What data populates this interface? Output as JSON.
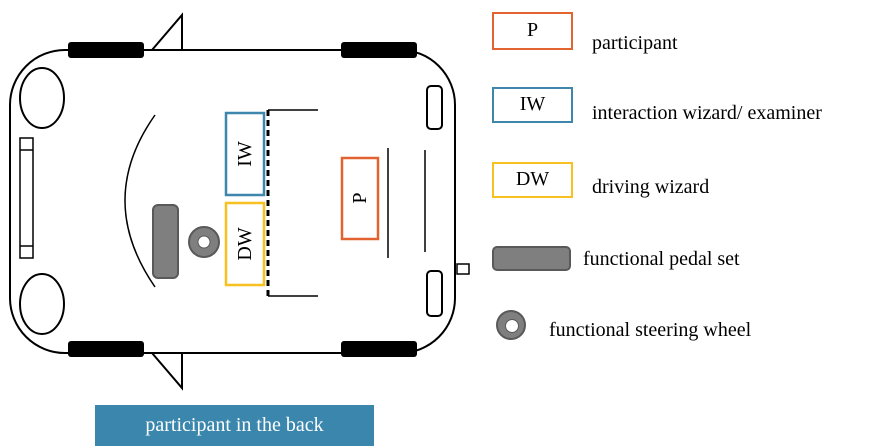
{
  "seats": {
    "participant": "P",
    "interaction_wizard": "IW",
    "driving_wizard": "DW"
  },
  "legend": {
    "participant": {
      "box": "P",
      "label": "participant"
    },
    "interaction_wizard": {
      "box": "IW",
      "label": "interaction wizard/ examiner"
    },
    "driving_wizard": {
      "box": "DW",
      "label": "driving wizard"
    },
    "pedal_set": {
      "icon": "pedal-set-icon",
      "label": "functional pedal set"
    },
    "steering_wheel": {
      "icon": "steering-wheel-icon",
      "label": "functional steering wheel"
    }
  },
  "caption": "participant in the back",
  "colors": {
    "participant": "#e2632f",
    "interaction_wizard": "#3f86ad",
    "driving_wizard": "#f7c21f",
    "pedal_set": "#7f7f7f",
    "caption_bg": "#3a86ad"
  }
}
